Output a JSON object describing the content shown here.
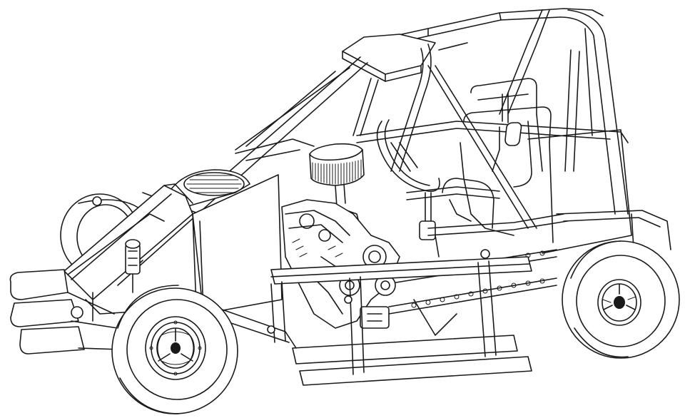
{
  "drawing": {
    "subject": "",
    "colors": {
      "line": "#1a1a1a",
      "paper": "#ffffff"
    }
  },
  "parts": [
    "front-left-wheel",
    "rear-right-wheel",
    "front-right-wheel",
    "roll-cage",
    "driver-seat",
    "engine",
    "air-filter",
    "drive-chain",
    "front-bumper",
    "nerf-bar",
    "steering-wheel",
    "side-panel",
    "front-shock",
    "radiator"
  ]
}
